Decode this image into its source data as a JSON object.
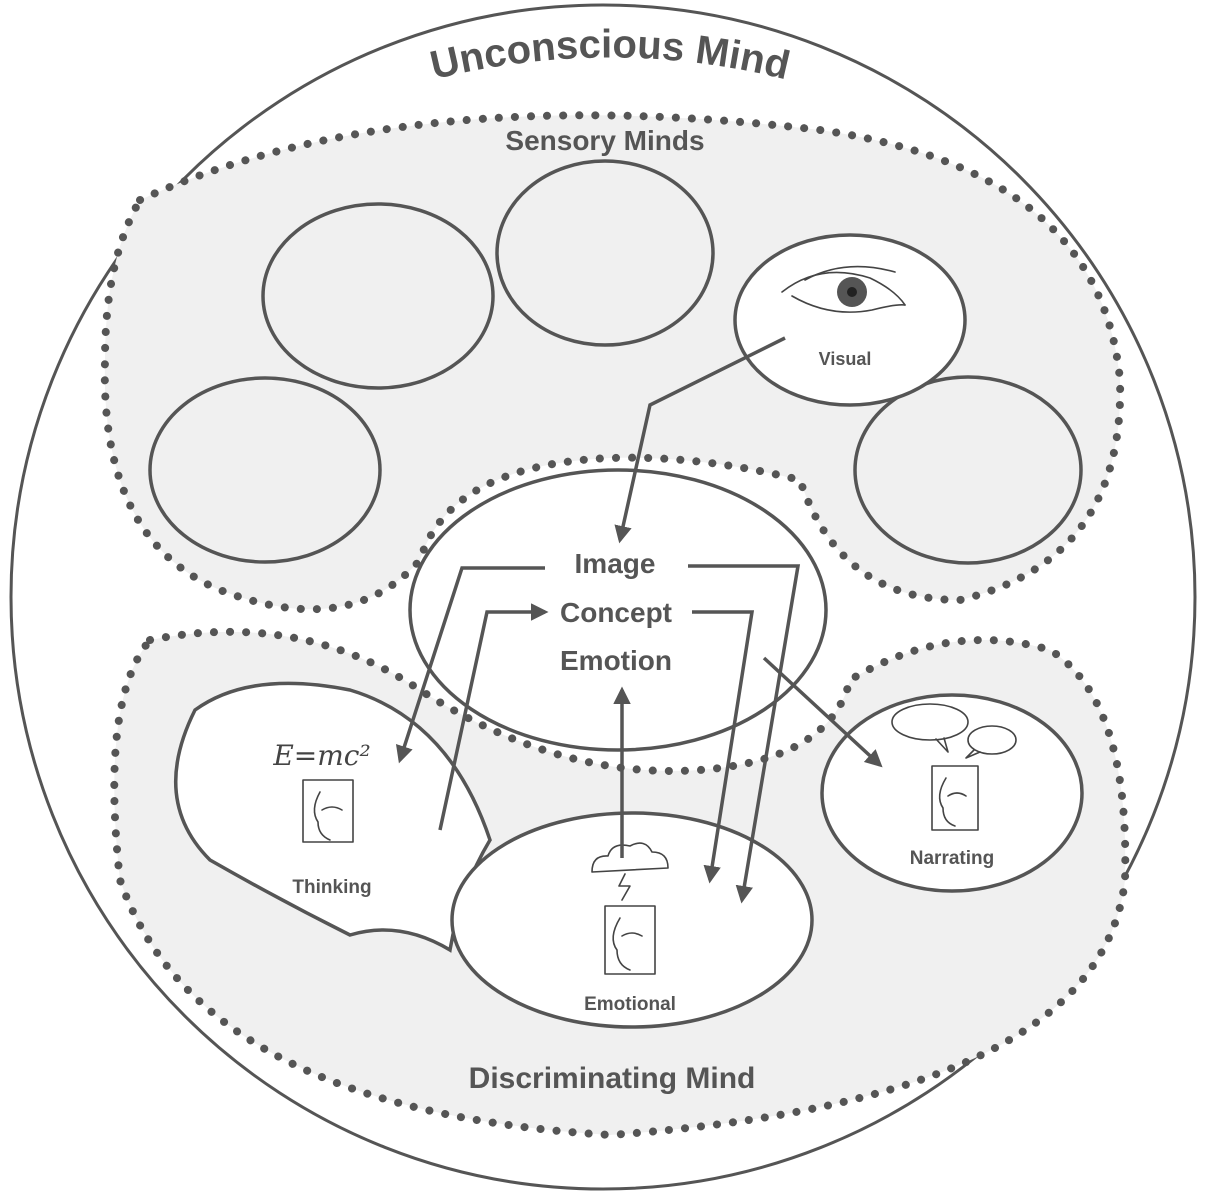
{
  "title": "Unconscious Mind",
  "regions": {
    "sensory": "Sensory Minds",
    "discriminating": "Discriminating Mind"
  },
  "center_labels": [
    "Image",
    "Concept",
    "Emotion"
  ],
  "minds": {
    "visual": "Visual",
    "thinking": "Thinking",
    "emotional": "Emotional",
    "narrating": "Narrating"
  },
  "formula": "E=mc²",
  "icons": {
    "visual": "eye-icon",
    "thinking": "face-icon",
    "emotional": "storm-cloud-icon",
    "narrating": "speech-bubbles-icon"
  },
  "colors": {
    "stroke": "#555555",
    "region_fill": "#f0f0f0",
    "bubble_fill": "#ffffff"
  }
}
